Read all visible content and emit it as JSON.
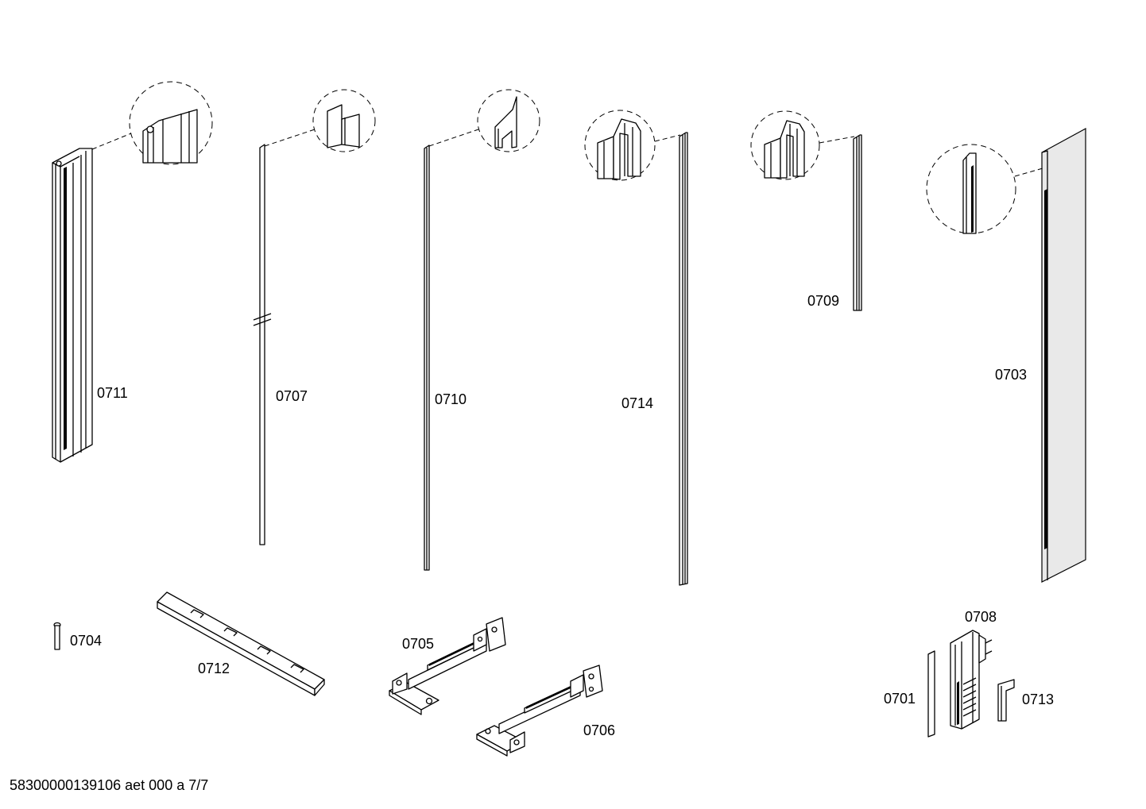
{
  "parts": [
    {
      "id": "0711",
      "label": "0711"
    },
    {
      "id": "0707",
      "label": "0707"
    },
    {
      "id": "0710",
      "label": "0710"
    },
    {
      "id": "0714",
      "label": "0714"
    },
    {
      "id": "0709",
      "label": "0709"
    },
    {
      "id": "0703",
      "label": "0703"
    },
    {
      "id": "0704",
      "label": "0704"
    },
    {
      "id": "0712",
      "label": "0712"
    },
    {
      "id": "0705",
      "label": "0705"
    },
    {
      "id": "0706",
      "label": "0706"
    },
    {
      "id": "0708",
      "label": "0708"
    },
    {
      "id": "0701",
      "label": "0701"
    },
    {
      "id": "0713",
      "label": "0713"
    }
  ],
  "document_id": "58300000139106 aet 000 a 7/7"
}
